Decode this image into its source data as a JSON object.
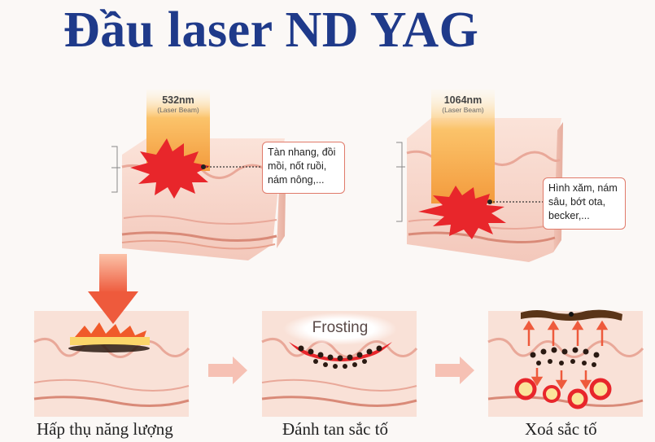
{
  "title": "Đầu laser ND YAG",
  "beams": [
    {
      "wavelength": "532nm",
      "sub": "(Laser Beam)",
      "callout": "Tàn nhang, đồi mồi, nốt ruồi, nám nông,..."
    },
    {
      "wavelength": "1064nm",
      "sub": "(Laser Beam)",
      "callout": "Hình xăm, nám sâu, bớt ota, becker,..."
    }
  ],
  "steps": [
    {
      "caption": "Hấp thụ năng lượng"
    },
    {
      "caption": "Đánh tan sắc tố",
      "badge": "Frosting"
    },
    {
      "caption": "Xoá sắc tố"
    }
  ],
  "colors": {
    "title": "#1f3a8a",
    "beam": "#f5b041",
    "burst": "#e8262b",
    "arrow": "#f28b6e",
    "skin": "#f6d3c8"
  }
}
